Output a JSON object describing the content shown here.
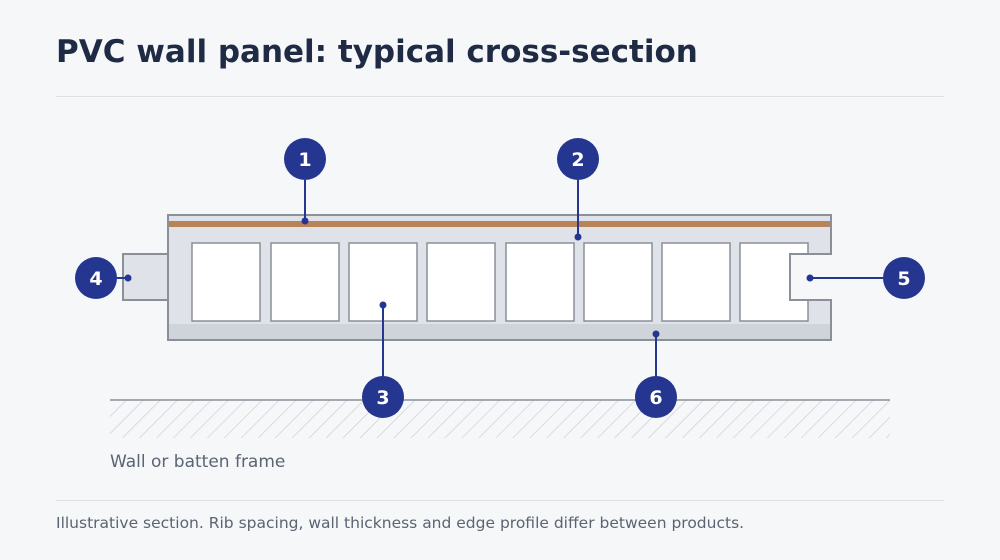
{
  "title": "PVC wall panel: typical cross-section",
  "labels": {
    "frame": "Wall or batten frame"
  },
  "callouts": [
    "1",
    "2",
    "3",
    "4",
    "5",
    "6"
  ],
  "footnote": "Illustrative section. Rib spacing, wall thickness and edge profile differ between products.",
  "colors": {
    "badge": "#24368f",
    "decor_layer": "#b9835a",
    "panel_body": "#dfe2e8",
    "panel_outline": "#8a8f98",
    "cavity": "#ffffff",
    "hatch": "#c5c9d0"
  }
}
